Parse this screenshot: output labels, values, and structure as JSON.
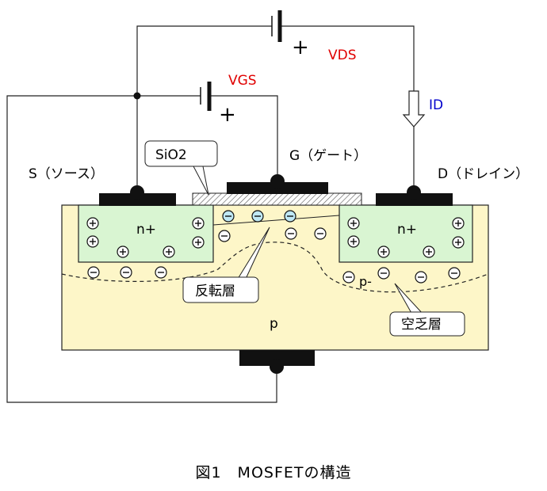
{
  "labels": {
    "vds": "VDS",
    "vgs": "VGS",
    "id": "ID",
    "source": "S（ソース）",
    "gate": "G（ゲート）",
    "drain": "D（ドレイン）",
    "oxide": "SiO2",
    "n_plus_left": "n+",
    "n_plus_right": "n+",
    "p_substrate": "p",
    "p_minus": "p-",
    "inversion_layer": "反転層",
    "depletion_layer": "空乏層",
    "plus_sign": "+"
  },
  "caption": "図1　MOSFETの構造",
  "colors": {
    "substrate": "#fdf6c8",
    "n_region": "#d9f5d2",
    "electron_fill": "#bfe8f5",
    "vds_label": "#e00000",
    "vgs_label": "#e00000",
    "id_label": "#0000cc",
    "metal": "#111111"
  },
  "icons": {
    "positive_ion": "circled-plus",
    "negative_charge": "circled-minus",
    "electron": "circled-minus-blue"
  }
}
